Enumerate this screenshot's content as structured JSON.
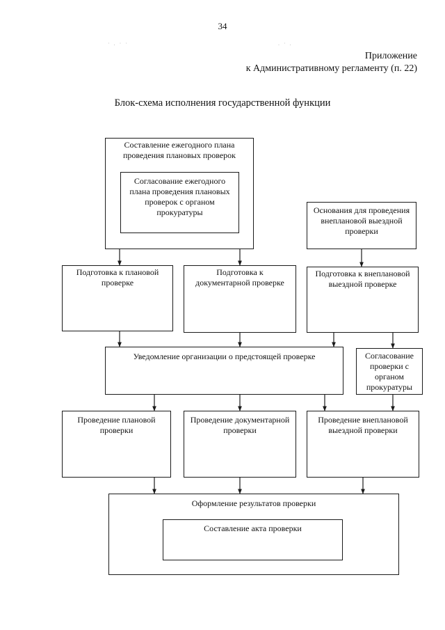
{
  "page": {
    "number": "34",
    "annex_line1": "Приложение",
    "annex_line2": "к Административному регламенту (п. 22)",
    "title": "Блок-схема исполнения государственной функции"
  },
  "diagram": {
    "nodes": {
      "annual_plan": "Составление ежегодного плана проведения плановых проверок",
      "plan_approval": "Согласование ежегодного плана проведения плановых проверок с органом прокуратуры",
      "unscheduled_grounds": "Основания для проведения внеплановой выездной проверки",
      "prep_planned": "Подготовка к плановой проверке",
      "prep_documentary": "Подготовка к документарной проверке",
      "prep_unscheduled": "Подготовка к внеплановой выездной проверке",
      "notification": "Уведомление организации о предстоящей проверке",
      "prosecutor_approval": "Согласование проверки с органом прокуратуры",
      "conduct_planned": "Проведение плановой проверки",
      "conduct_documentary": "Проведение документарной проверки",
      "conduct_unscheduled": "Проведение внеплановой выездной проверки",
      "results": "Оформление результатов проверки",
      "act": "Составление акта проверки"
    }
  }
}
